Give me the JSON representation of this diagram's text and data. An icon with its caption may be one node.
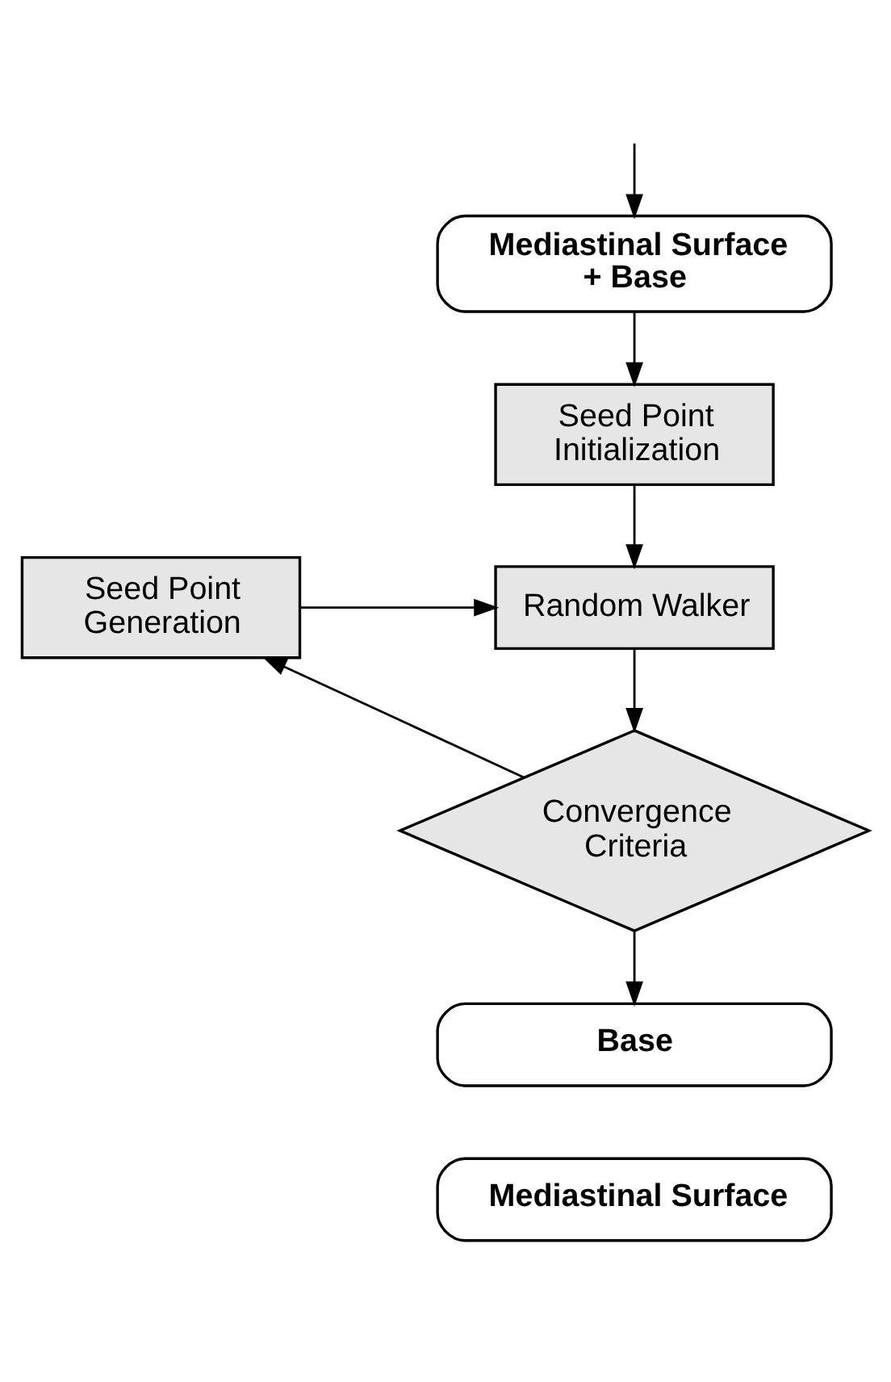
{
  "diagram": {
    "nodes": [
      {
        "text": [
          "Mediastinal Surface + Base"
        ]
      },
      {
        "text": [
          "Seed Point Initialization"
        ]
      },
      {
        "text": [
          "Seed Point Generation"
        ]
      },
      {
        "text": [
          "Random Walker"
        ]
      },
      {
        "text": [
          "Convergence Criteria"
        ]
      },
      {
        "text": [
          "Base"
        ]
      },
      {
        "text": [
          "Mediastinal Surface"
        ]
      }
    ],
    "edges": [
      {
        "from": null,
        "to": 0,
        "arrow": "to"
      },
      {
        "from": 0,
        "to": 1,
        "arrow": "to"
      },
      {
        "from": 1,
        "to": 3,
        "arrow": "to"
      },
      {
        "from": 2,
        "to": 3,
        "arrow": "to"
      },
      {
        "from": 3,
        "to": 4,
        "arrow": "to"
      },
      {
        "from": 4,
        "to": 2,
        "arrow": "to"
      },
      {
        "from": 4,
        "to": 5,
        "arrow": "to"
      }
    ]
  }
}
